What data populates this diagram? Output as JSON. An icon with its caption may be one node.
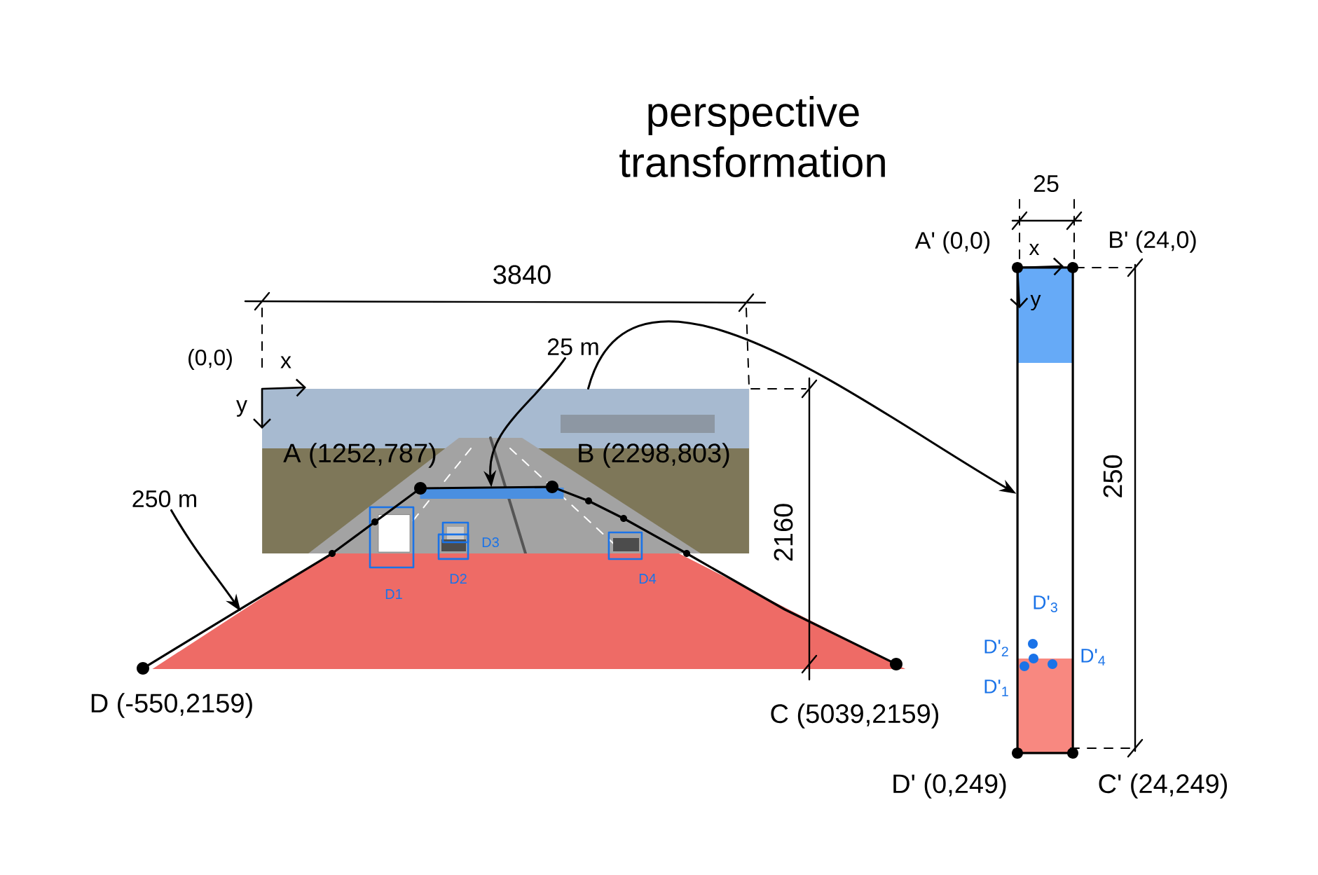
{
  "diagram": {
    "title": "perspective transformation",
    "nodes": [
      {
        "text": [],
        "shape": "picture"
      },
      {
        "text": [
          "25 m"
        ]
      },
      {
        "text": [],
        "shape": "bar",
        "in": 0
      },
      {
        "text": [
          "250 m"
        ]
      },
      {
        "text": [],
        "shape": "trapezoid"
      },
      {
        "text": [],
        "shape": "box"
      },
      {
        "text": [],
        "shape": "box"
      },
      {
        "text": [],
        "shape": "box"
      },
      {
        "text": [],
        "shape": "box",
        "in": 0
      },
      {
        "text": [],
        "shape": "box"
      }
    ],
    "edges": [
      {
        "from": 1,
        "to": 2,
        "arrow": "to"
      },
      {
        "from": 3,
        "to": 4,
        "arrow": "to"
      },
      {
        "from": 0,
        "to": 5,
        "arrow": "to"
      }
    ],
    "labels": [
      "3840",
      "(0,0)",
      "x",
      "y",
      "A (1252,787)",
      "B (2298,803)",
      "D3",
      "2160",
      "D2",
      "D4",
      "D1",
      "D (-550,2159)",
      "C (5039,2159)",
      "25",
      "A' (0,0)",
      "x",
      "B' (24,0)",
      "y",
      "250",
      "D'$_{3}$",
      "D'$_{2}$",
      "D'$_{4}$",
      "D'$_{1}$",
      "D' (0,249)",
      "C' (24,249)"
    ]
  }
}
